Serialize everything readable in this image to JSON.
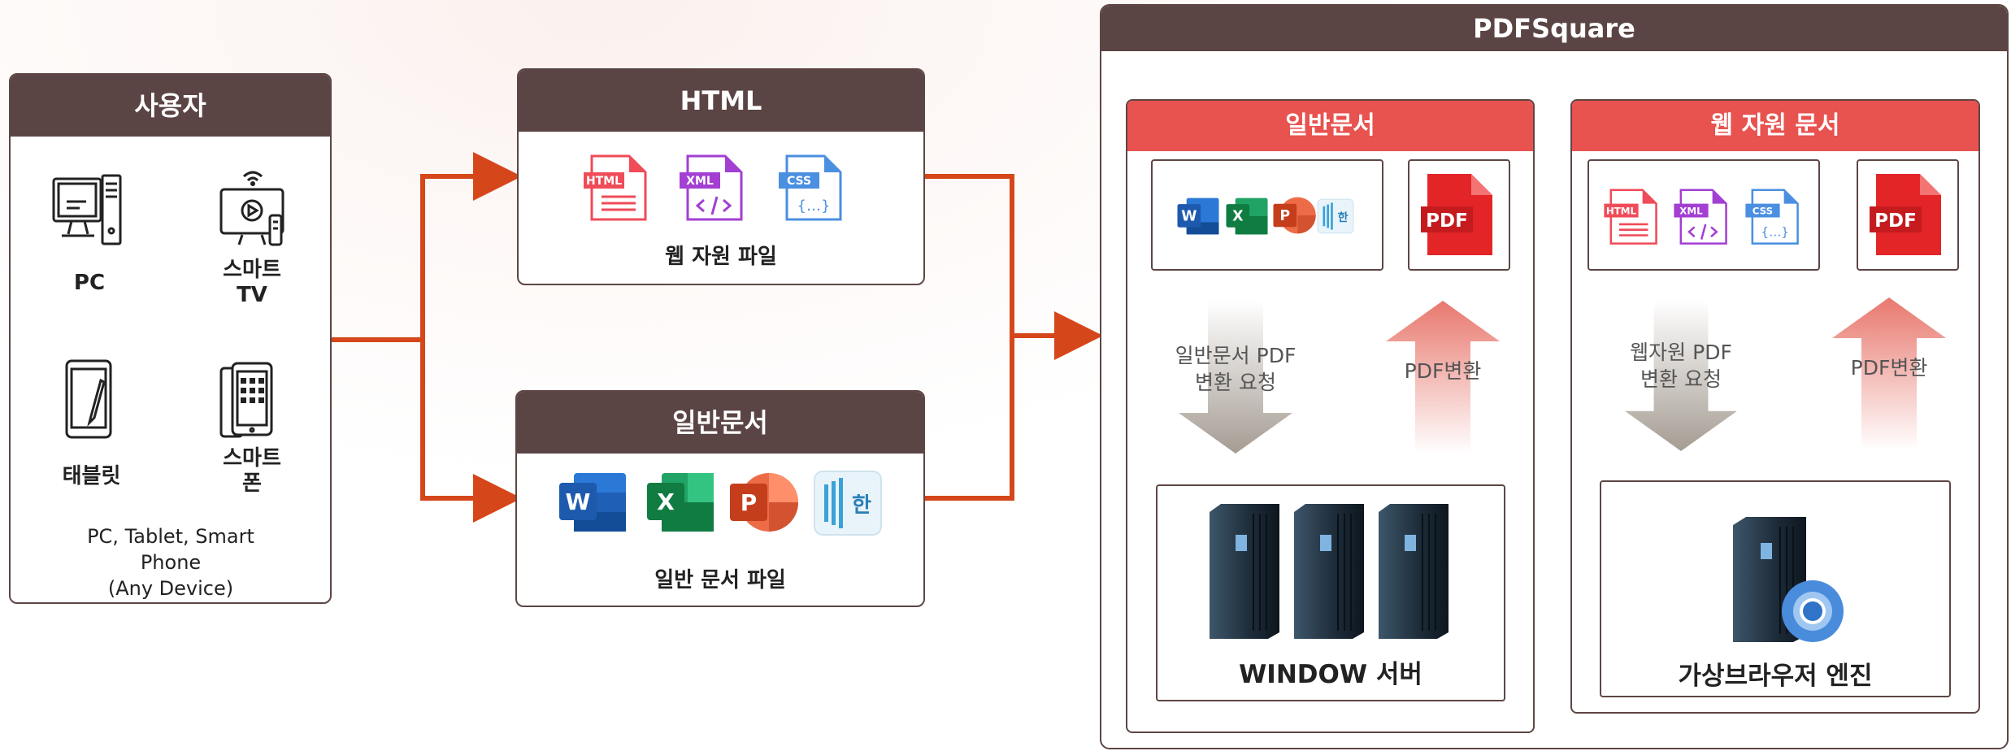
{
  "user_box": {
    "title": "사용자",
    "devices": [
      "PC",
      "스마트\nTV",
      "태블릿",
      "스마트\n폰"
    ],
    "caption": "PC, Tablet, Smart\nPhone\n(Any Device)"
  },
  "html_box": {
    "title": "HTML",
    "file_tags": [
      "HTML",
      "XML",
      "CSS"
    ],
    "caption": "웹 자원 파일"
  },
  "doc_box": {
    "title": "일반문서",
    "app_letters": [
      "W",
      "X",
      "P",
      "한"
    ],
    "caption": "일반 문서 파일"
  },
  "pdfsquare": {
    "title": "PDFSquare",
    "general": {
      "title": "일반문서",
      "request_text": "일반문서 PDF\n변환 요청",
      "convert_text": "PDF변환",
      "pdf_tag": "PDF",
      "server_label": "WINDOW 서버"
    },
    "web": {
      "title": "웹 자원 문서",
      "request_text": "웹자원 PDF\n변환 요청",
      "convert_text": "PDF변환",
      "pdf_tag": "PDF",
      "engine_label": "가상브라우저 엔진"
    }
  },
  "colors": {
    "header_brown": "#5b4544",
    "accent_red": "#e8524f",
    "arrow_orange": "#d5471a",
    "html_red": "#ef4b58",
    "xml_purple": "#a33fd2",
    "css_blue": "#4a8fe0"
  },
  "icons": [
    "pc-icon",
    "smart-tv-icon",
    "tablet-icon",
    "smartphone-icon",
    "word-icon",
    "excel-icon",
    "powerpoint-icon",
    "hangul-icon",
    "pdf-file-icon",
    "server-rack-icon",
    "browser-engine-icon"
  ]
}
